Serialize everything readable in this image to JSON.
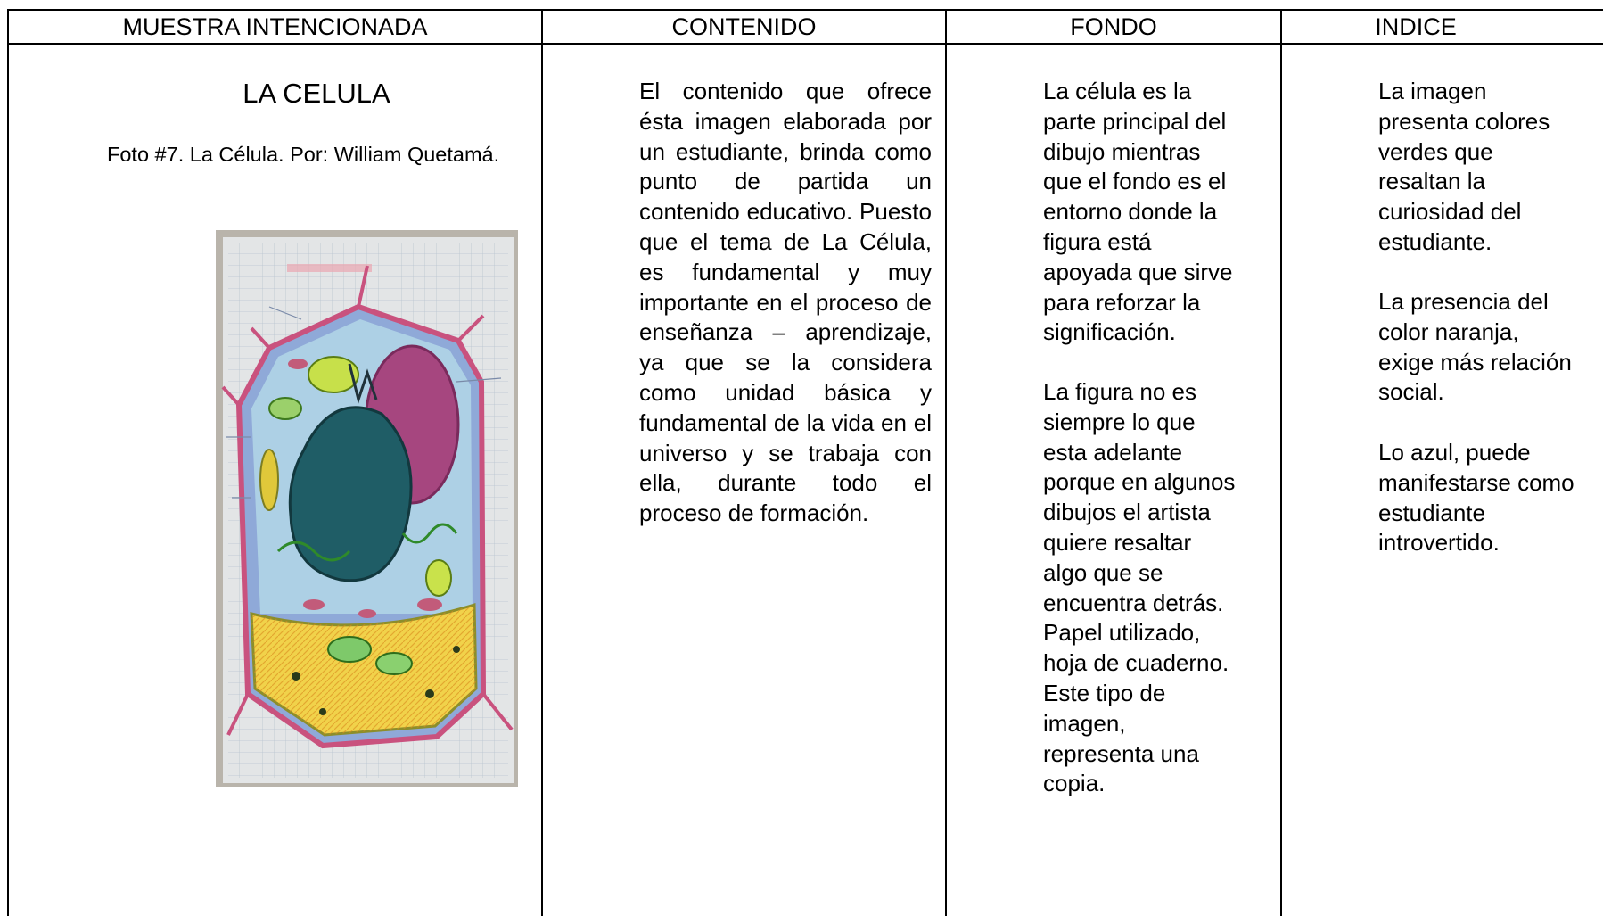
{
  "table": {
    "headers": [
      "MUESTRA INTENCIONADA",
      "CONTENIDO",
      "FONDO",
      "INDICE"
    ],
    "muestra": {
      "title": "LA CELULA",
      "caption": "Foto #7. La Célula. Por: William Quetamá.",
      "photo_icon": "plant-cell-drawing"
    },
    "contenido": "El contenido que ofrece ésta imagen elaborada por un estudiante, brinda como punto de partida un contenido educativo. Puesto que el tema de La Célula, es fundamental y muy importante en el proceso de enseñanza – aprendizaje, ya que se la considera como unidad básica y fundamental de la vida en el universo y se trabaja con ella, durante todo el proceso de formación.",
    "fondo": {
      "p1": [
        "La célula es la",
        "parte principal del",
        "dibujo mientras",
        "que el fondo es el",
        "entorno donde la",
        "figura está",
        "apoyada que sirve",
        "para reforzar la",
        "significación."
      ],
      "p2": [
        "La figura no es",
        "siempre lo que",
        "esta adelante",
        "porque en algunos",
        "dibujos el artista",
        "quiere resaltar",
        "algo que se",
        "encuentra detrás.",
        "Papel utilizado,",
        "hoja de cuaderno.",
        "Este tipo de",
        "imagen,",
        "representa una",
        "copia."
      ]
    },
    "indice": {
      "p1": [
        "La imagen",
        "presenta colores",
        "verdes que",
        "resaltan la",
        "curiosidad del",
        "estudiante."
      ],
      "p2": [
        "La presencia del",
        "color naranja,",
        "exige más relación",
        "social."
      ],
      "p3": [
        "Lo azul, puede",
        "manifestarse como",
        "estudiante",
        "introvertido."
      ]
    }
  },
  "colors": {
    "border": "#000000",
    "background": "#ffffff"
  }
}
